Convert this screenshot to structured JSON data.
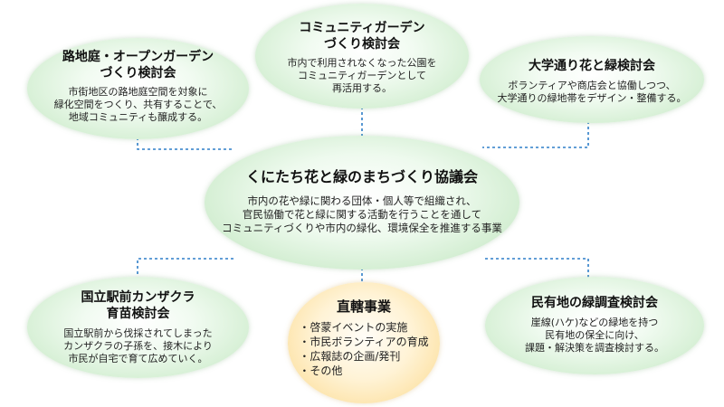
{
  "center": {
    "title": "くにたち花と緑のまちづくり協議会",
    "body": [
      "市内の花や緑に関わる団体・個人等で組織され、",
      "官民協働で花と緑に関する活動を行うことを通して",
      "コミュニティづくりや市内の緑化、環境保全を推進する事業"
    ]
  },
  "nodes": {
    "roji": {
      "title": [
        "路地庭・オープンガーデン",
        "づくり検討会"
      ],
      "body": [
        "市街地区の路地庭空間を対象に",
        "緑化空間をつくり、共有することで、",
        "地域コミュニティも醸成する。"
      ]
    },
    "community_garden": {
      "title": [
        "コミュニティガーデン",
        "づくり検討会"
      ],
      "body": [
        "市内で利用されなくなった公園を",
        "コミュニティガーデンとして",
        "再活用する。"
      ]
    },
    "daigaku": {
      "title": [
        "大学通り花と緑検討会"
      ],
      "body": [
        "ボランティアや商店会と協働しつつ、",
        "大学通りの緑地帯をデザイン・整備する。"
      ]
    },
    "kanzakura": {
      "title": [
        "国立駅前カンザクラ",
        "育苗検討会"
      ],
      "body": [
        "国立駅前から伐採されてしまった",
        "カンザクラの子孫を、接木により",
        "市民が自宅で育て広めていく。"
      ]
    },
    "minyuchi": {
      "title": [
        "民有地の緑調査検討会"
      ],
      "body": [
        "崖線(ハケ)などの緑地を持つ",
        "民有地の保全に向け、",
        "課題・解決策を調査検討する。"
      ]
    }
  },
  "direct": {
    "title": "直轄事業",
    "items": [
      "啓蒙イベントの実施",
      "市民ボランティアの育成",
      "広報誌の企画/発刊",
      "その他"
    ]
  },
  "colors": {
    "link": "#2f7fc8",
    "ellipse_green": "#c4e8c2",
    "ellipse_orange": "#fbd98c"
  }
}
